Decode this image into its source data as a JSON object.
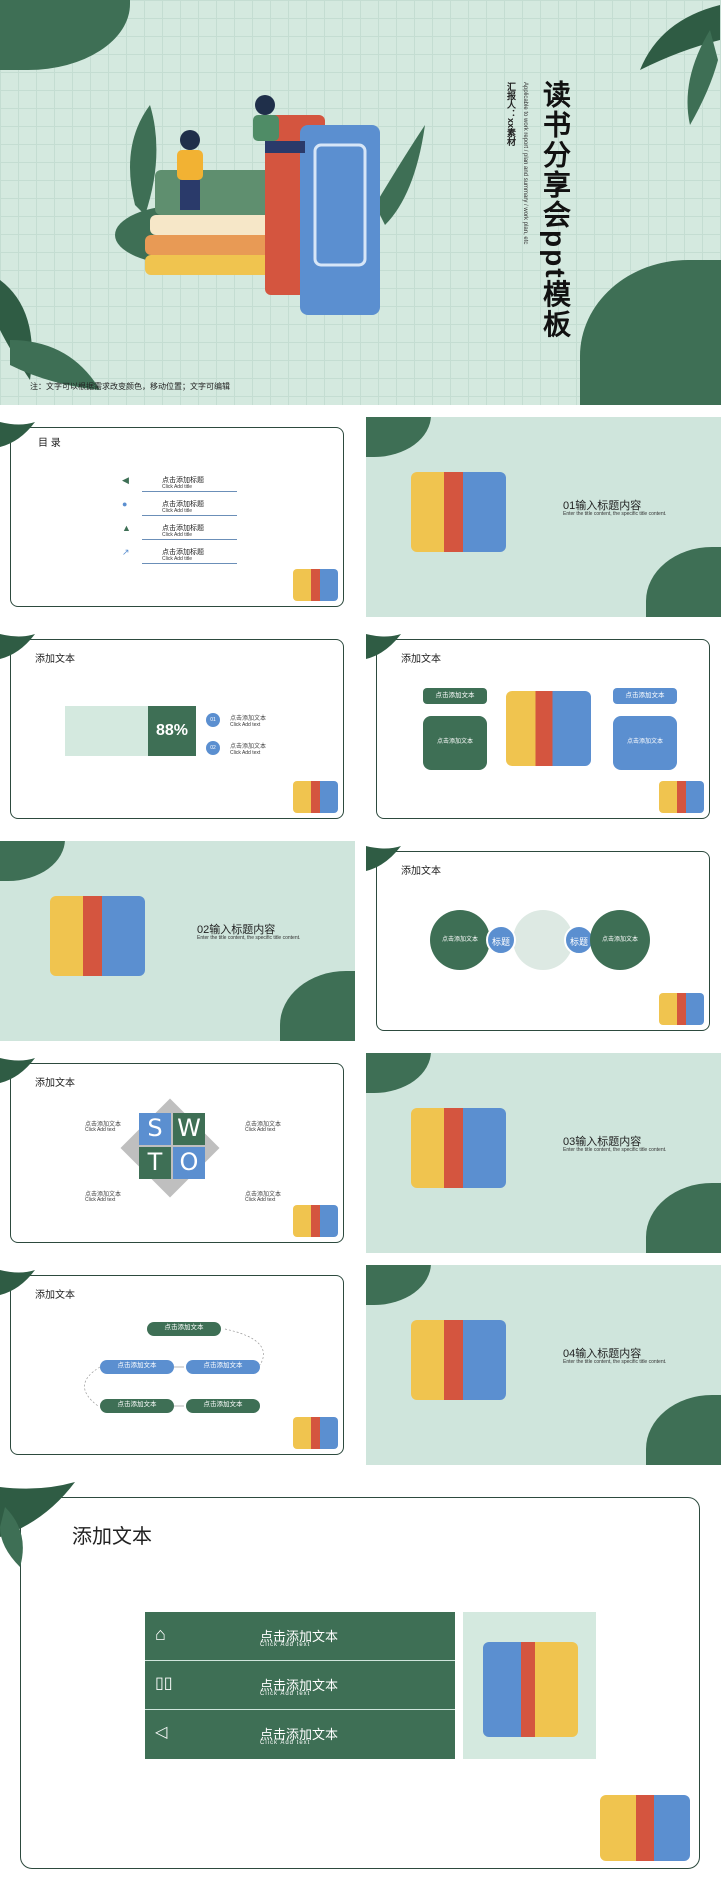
{
  "cover": {
    "title": "读书分享会ppt模板",
    "subtitle": "Applicable to work report / plan and summary / work plan, etc",
    "reporter": "汇报人：xx素材",
    "note": "注：文字可以根据需求改变颜色，移动位置；文字可编辑"
  },
  "toc": {
    "title": "目 录",
    "items": [
      {
        "label": "点击添加标题",
        "sub": "Click Add title"
      },
      {
        "label": "点击添加标题",
        "sub": "Click Add title"
      },
      {
        "label": "点击添加标题",
        "sub": "Click Add title"
      },
      {
        "label": "点击添加标题",
        "sub": "Click Add title"
      }
    ]
  },
  "sections": [
    {
      "title": "01输入标题内容",
      "sub": "Enter the title content, the specific title content."
    },
    {
      "title": "02输入标题内容",
      "sub": "Enter the title content, the specific title content."
    },
    {
      "title": "03输入标题内容",
      "sub": "Enter the title content, the specific title content."
    },
    {
      "title": "04输入标题内容",
      "sub": "Enter the title content, the specific title content."
    }
  ],
  "add_text": "添加文本",
  "click_add_text": "点击添加文本",
  "click_add_sub": "Click Add text",
  "percent_slide": {
    "value": "88%",
    "icon1": "01",
    "icon2": "02"
  },
  "circles_slide": {
    "label1": "标题",
    "label2": "标题"
  },
  "swot": {
    "letters": [
      "S",
      "W",
      "T",
      "O"
    ]
  },
  "big_slide": {
    "title": "添加文本",
    "rows": [
      {
        "label": "点击添加文本",
        "sub": "Click Add text"
      },
      {
        "label": "点击添加文本",
        "sub": "Click Add text"
      },
      {
        "label": "点击添加文本",
        "sub": "Click Add text"
      }
    ]
  },
  "colors": {
    "green": "#3e6f55",
    "blue": "#5b8fd0",
    "mint": "#cfe5dc"
  }
}
